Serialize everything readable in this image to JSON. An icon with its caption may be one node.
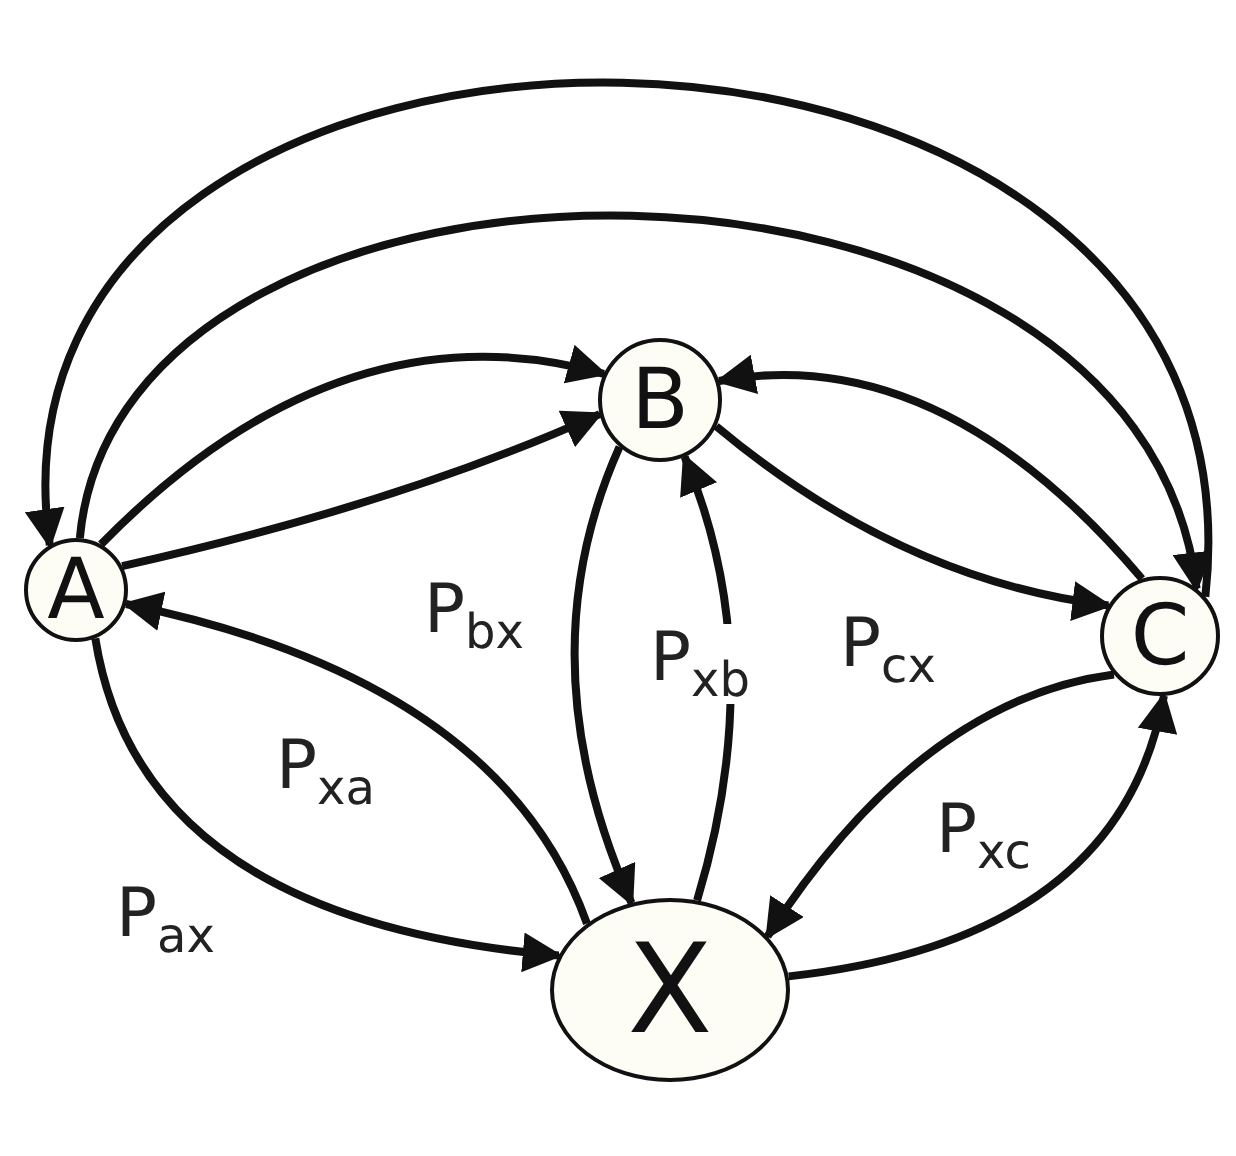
{
  "diagram": {
    "nodes": [
      {
        "text": [
          "A"
        ]
      },
      {
        "text": [
          "B"
        ]
      },
      {
        "text": [
          "C"
        ]
      },
      {
        "text": [
          "X"
        ]
      }
    ],
    "edges": [
      {
        "from": 0,
        "to": 1,
        "arrow": "to"
      },
      {
        "from": 0,
        "to": 1,
        "arrow": "to"
      },
      {
        "from": 2,
        "to": 1,
        "arrow": "to"
      },
      {
        "from": 1,
        "to": 2,
        "arrow": "to"
      },
      {
        "from": 2,
        "to": 0,
        "arrow": "to"
      },
      {
        "from": 0,
        "to": 2,
        "arrow": "to"
      },
      {
        "from": 1,
        "to": 3,
        "arrow": "to",
        "label": "P$_{bx}$"
      },
      {
        "from": 3,
        "to": 1,
        "arrow": "to",
        "label": "P$_{xb}$"
      },
      {
        "from": 0,
        "to": 3,
        "arrow": "to",
        "label": "P$_{ax}$"
      },
      {
        "from": 3,
        "to": 0,
        "arrow": "to",
        "label": "P$_{xa}$"
      },
      {
        "from": 2,
        "to": 3,
        "arrow": "to",
        "label": "P$_{cx}$"
      },
      {
        "from": 3,
        "to": 2,
        "arrow": "to",
        "label": "P$_{xc}$"
      }
    ]
  }
}
